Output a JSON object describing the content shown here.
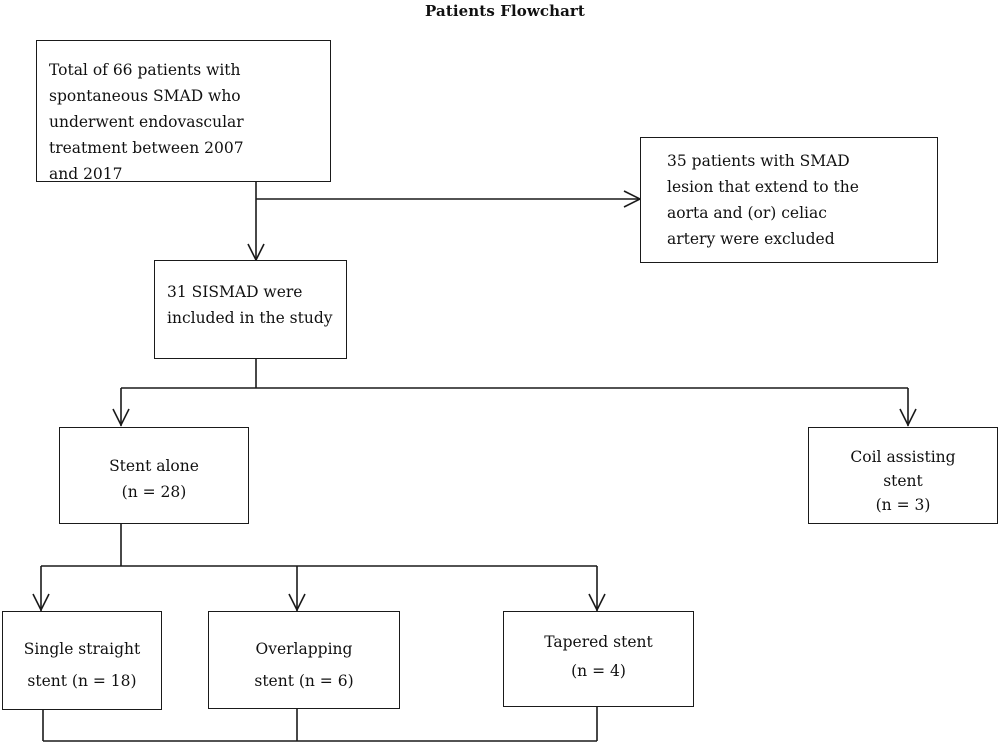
{
  "title": "Patients Flowchart",
  "boxes": {
    "total": [
      "Total of 66 patients with",
      "spontaneous SMAD who",
      "underwent endovascular",
      "treatment between 2007",
      "and 2017"
    ],
    "excluded": [
      "35 patients with SMAD",
      "lesion that extend to the",
      "aorta and (or) celiac",
      "artery were excluded"
    ],
    "included": [
      "31 SISMAD were",
      "included in the study"
    ],
    "stent_alone": [
      "Stent alone",
      "(n = 28)"
    ],
    "coil": [
      "Coil assisting",
      "stent",
      "(n = 3)"
    ],
    "single": [
      "Single straight",
      "stent (n = 18)"
    ],
    "overlapping": [
      "Overlapping",
      "stent (n = 6)"
    ],
    "tapered": [
      "Tapered stent",
      "(n = 4)"
    ]
  }
}
